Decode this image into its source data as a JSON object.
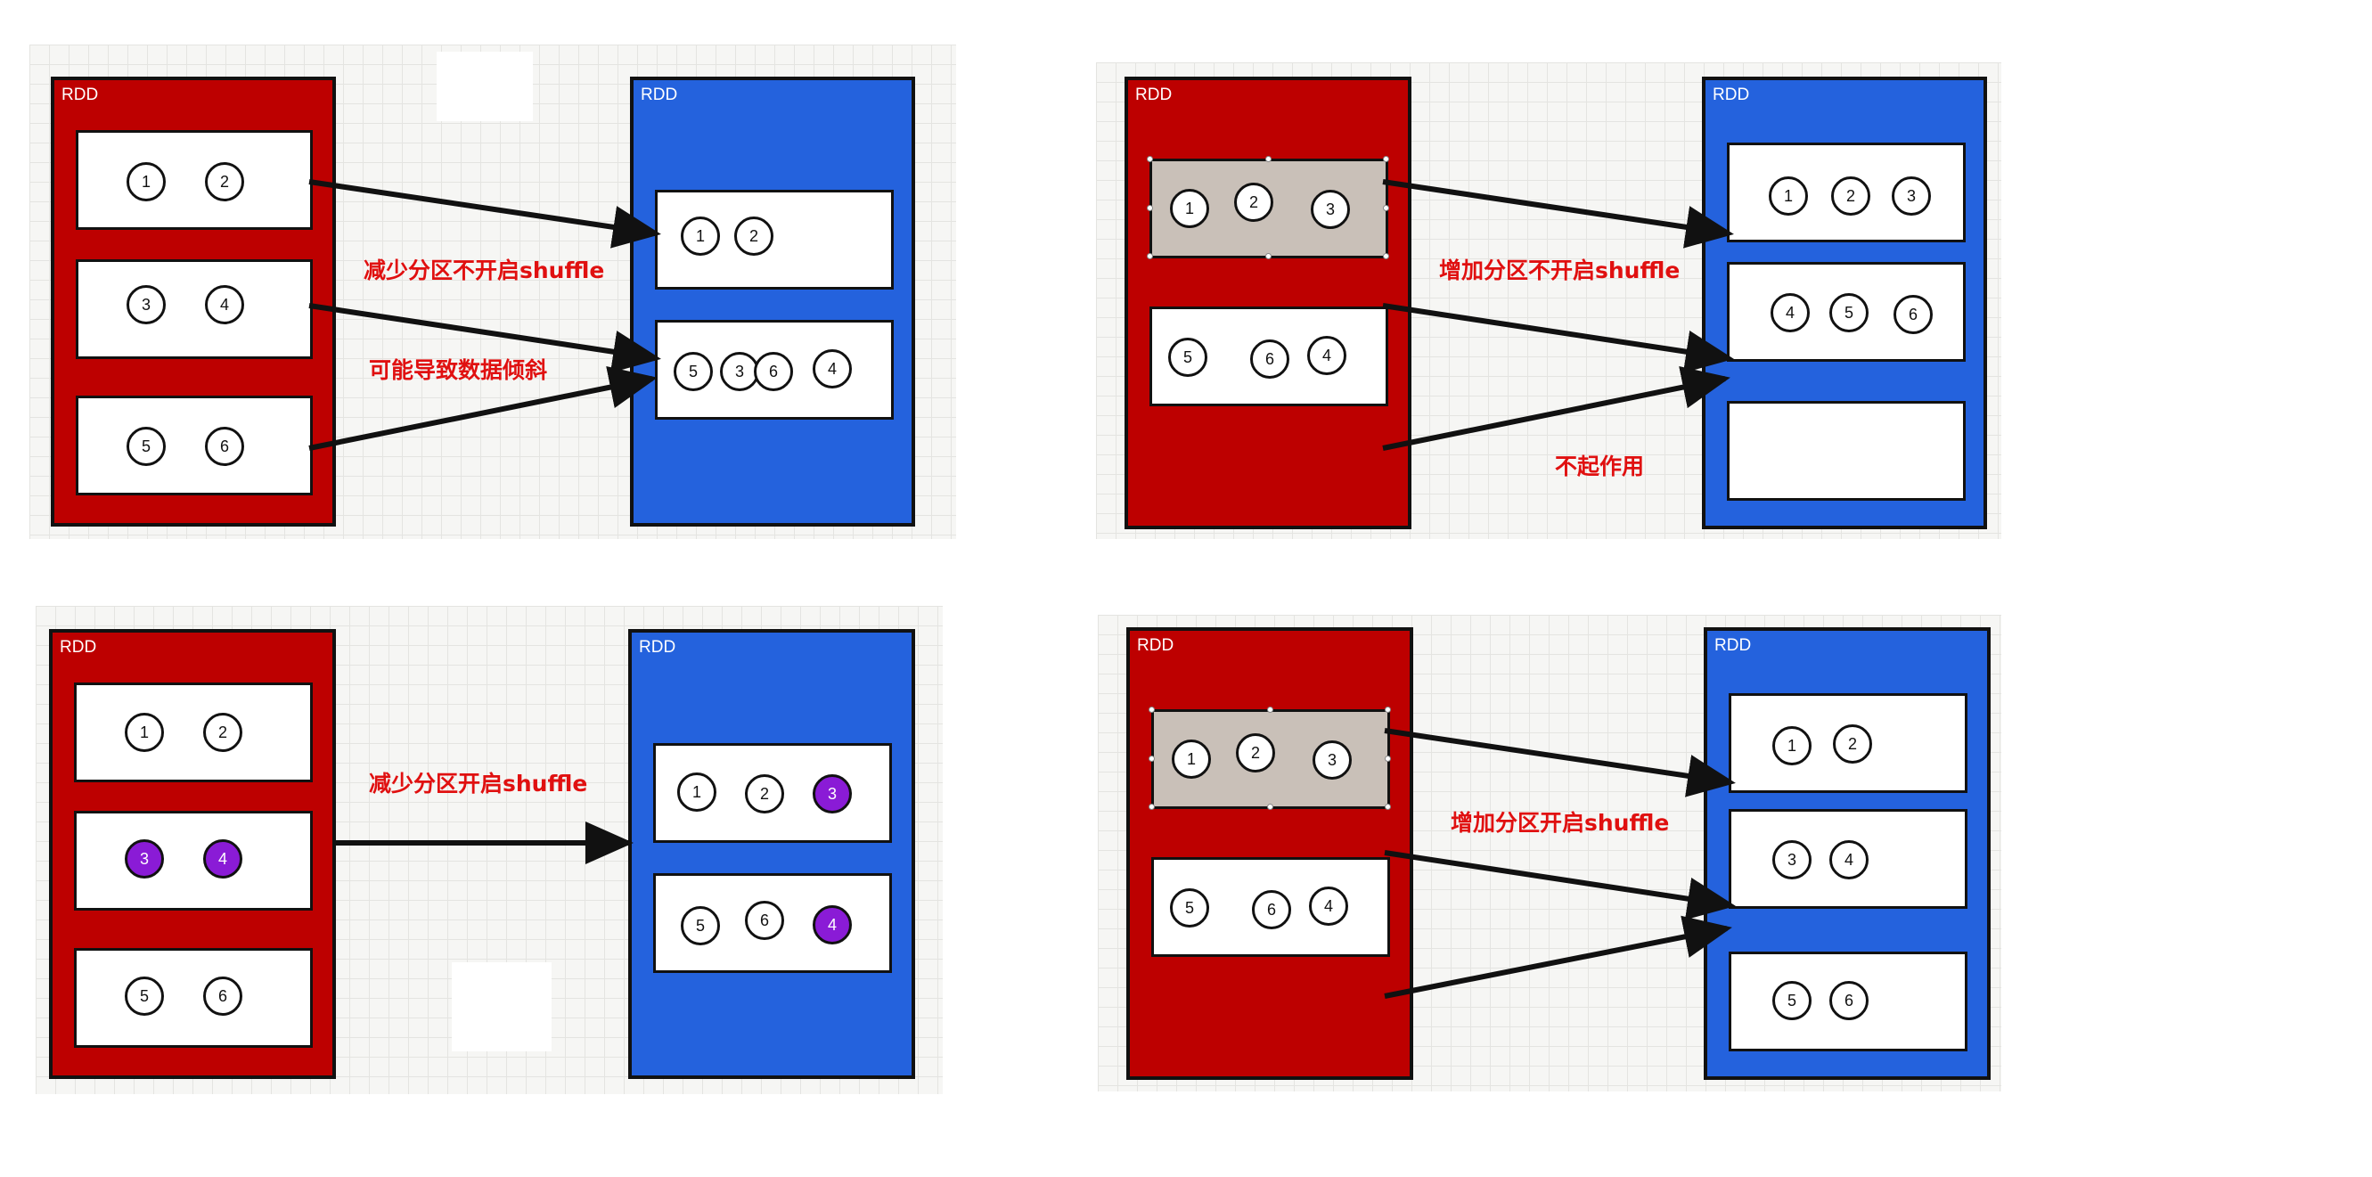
{
  "rdd_label": "RDD",
  "colors": {
    "source_rdd": "#bd0000",
    "target_rdd": "#2462dd",
    "highlight": "#8a1bd6",
    "annotation": "#e01010"
  },
  "q1": {
    "annotation_1": "减少分区不开启shuffle",
    "annotation_2": "可能导致数据倾斜",
    "source_partitions": [
      [
        "1",
        "2"
      ],
      [
        "3",
        "4"
      ],
      [
        "5",
        "6"
      ]
    ],
    "target_partitions": [
      [
        "1",
        "2"
      ],
      [
        "5",
        "3",
        "6",
        "4"
      ]
    ]
  },
  "q2": {
    "annotation_1": "增加分区不开启shuffle",
    "annotation_2": "不起作用",
    "source_partitions": [
      [
        "1",
        "2",
        "3"
      ],
      [
        "5",
        "6",
        "4"
      ]
    ],
    "target_partitions": [
      [
        "1",
        "2",
        "3"
      ],
      [
        "4",
        "5",
        "6"
      ],
      []
    ]
  },
  "q3": {
    "annotation_1": "减少分区开启shuffle",
    "source_partitions": [
      [
        "1",
        "2"
      ],
      [
        "3",
        "4"
      ],
      [
        "5",
        "6"
      ]
    ],
    "target_partitions": [
      [
        "1",
        "2",
        "3"
      ],
      [
        "5",
        "6",
        "4"
      ]
    ],
    "highlighted_values": [
      "3",
      "4"
    ]
  },
  "q4": {
    "annotation_1": "增加分区开启shuffle",
    "source_partitions": [
      [
        "1",
        "2",
        "3"
      ],
      [
        "5",
        "6",
        "4"
      ]
    ],
    "target_partitions": [
      [
        "1",
        "2"
      ],
      [
        "3",
        "4"
      ],
      [
        "5",
        "6"
      ]
    ]
  }
}
